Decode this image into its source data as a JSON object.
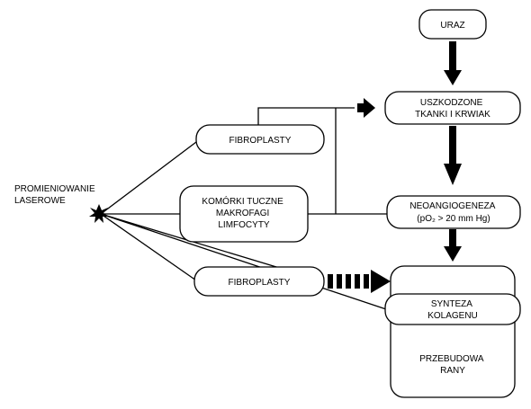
{
  "source_label": [
    "PROMIENIOWANIE",
    "LASEROWE"
  ],
  "nodes": {
    "uraz": [
      "URAZ"
    ],
    "uszkodzone": [
      "USZKODZONE",
      "TKANKI I KRWIAK"
    ],
    "fibroplasty_top": [
      "FIBROPLASTY"
    ],
    "komorki": [
      "KOMÓRKI TUCZNE",
      "MAKROFAGI",
      "LIMFOCYTY"
    ],
    "neoangiogeneza_title": "NEOANGIOGENEZA",
    "neoangiogeneza_sub": "(pO₂ > 20 mm Hg)",
    "fibroplasty_bottom": [
      "FIBROPLASTY"
    ],
    "synteza": [
      "SYNTEZA",
      "KOLAGENU"
    ],
    "przebudowa": [
      "PRZEBUDOWA",
      "RANY"
    ]
  },
  "colors": {
    "stroke": "#000000",
    "fill": "#ffffff",
    "text": "#000000"
  },
  "icons": {
    "laser": "starburst-icon"
  }
}
